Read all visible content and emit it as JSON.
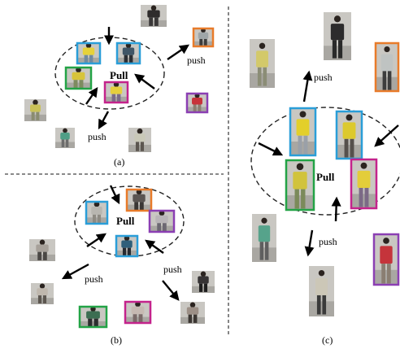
{
  "labels": {
    "pull": "Pull",
    "push": "push",
    "panel_a": "(a)",
    "panel_b": "(b)",
    "panel_c": "(c)"
  },
  "colors": {
    "blue": "#2a9ed8",
    "green": "#23a346",
    "purple": "#8b3fb3",
    "orange": "#e87b2a",
    "magenta": "#c4238c",
    "divider": "#444444",
    "arrow": "#000000"
  },
  "panels": [
    {
      "id": "a",
      "label": "(a)",
      "figures": [
        {
          "name": "person-a1",
          "frame": "blue",
          "shirt": "#e6d23a",
          "pants": "#6f8aa0"
        },
        {
          "name": "person-a2",
          "frame": "blue",
          "shirt": "#3f5566",
          "pants": "#2b2f34"
        },
        {
          "name": "person-a3",
          "frame": "green",
          "shirt": "#d7c43a",
          "pants": "#7e8b60"
        },
        {
          "name": "person-a4",
          "frame": "magenta",
          "shirt": "#e6cf3c",
          "pants": "#7a6b88"
        },
        {
          "name": "person-a5",
          "frame": "orange",
          "shirt": "#9fa6a8",
          "pants": "#3c3c3c"
        },
        {
          "name": "person-a6",
          "frame": "purple",
          "shirt": "#c8333a",
          "pants": "#8b7e70"
        },
        {
          "name": "person-a7",
          "frame": "none",
          "shirt": "#2f2c2c",
          "pants": "#3a3838"
        },
        {
          "name": "person-a8",
          "frame": "none",
          "shirt": "#c9c158",
          "pants": "#8a8c70"
        },
        {
          "name": "person-a9",
          "frame": "none",
          "shirt": "#4f9e86",
          "pants": "#6c6c6c"
        },
        {
          "name": "person-a10",
          "frame": "none",
          "shirt": "#c9c8b8",
          "pants": "#5c5650"
        }
      ]
    },
    {
      "id": "b",
      "label": "(b)",
      "figures": [
        {
          "name": "person-b1",
          "frame": "blue",
          "shirt": "#b8b6b0",
          "pants": "#8d8a82"
        },
        {
          "name": "person-b2",
          "frame": "orange",
          "shirt": "#5a5552",
          "pants": "#3a3735"
        },
        {
          "name": "person-b3",
          "frame": "purple",
          "shirt": "#b9b5b8",
          "pants": "#6c6872"
        },
        {
          "name": "person-b4",
          "frame": "blue",
          "shirt": "#2f5f7a",
          "pants": "#262a30"
        },
        {
          "name": "person-b5",
          "frame": "none",
          "shirt": "#a7a19a",
          "pants": "#4a4744"
        },
        {
          "name": "person-b6",
          "frame": "none",
          "shirt": "#bfb7ad",
          "pants": "#5c564f"
        },
        {
          "name": "person-b7",
          "frame": "none",
          "shirt": "#363334",
          "pants": "#1e1e1e"
        },
        {
          "name": "person-b8",
          "frame": "none",
          "shirt": "#9c8f86",
          "pants": "#3b3632"
        },
        {
          "name": "person-b9",
          "frame": "green",
          "shirt": "#3c6e52",
          "pants": "#2c2e2f"
        },
        {
          "name": "person-b10",
          "frame": "magenta",
          "shirt": "#c6b9b2",
          "pants": "#7a6a68"
        }
      ]
    },
    {
      "id": "c",
      "label": "(c)",
      "figures": [
        {
          "name": "person-c1",
          "frame": "blue",
          "shirt": "#e3cf2a",
          "pants": "#9aa0a8"
        },
        {
          "name": "person-c2",
          "frame": "blue",
          "shirt": "#dcc92e",
          "pants": "#55504c"
        },
        {
          "name": "person-c3",
          "frame": "green",
          "shirt": "#d1c33c",
          "pants": "#7b8a5a"
        },
        {
          "name": "person-c4",
          "frame": "magenta",
          "shirt": "#e3cd3a",
          "pants": "#7b6a86"
        },
        {
          "name": "person-c5",
          "frame": "orange",
          "shirt": "#bfc3c2",
          "pants": "#3d3d3d"
        },
        {
          "name": "person-c6",
          "frame": "purple",
          "shirt": "#c5343b",
          "pants": "#8a7e72"
        },
        {
          "name": "person-c7",
          "frame": "none",
          "shirt": "#2c2b2c",
          "pants": "#2a2a2a"
        },
        {
          "name": "person-c8",
          "frame": "none",
          "shirt": "#d3c96a",
          "pants": "#8b8d76"
        },
        {
          "name": "person-c9",
          "frame": "none",
          "shirt": "#56a38b",
          "pants": "#5f5f5f"
        },
        {
          "name": "person-c10",
          "frame": "none",
          "shirt": "#ccc7b7",
          "pants": "#3a3a3a"
        }
      ]
    }
  ]
}
